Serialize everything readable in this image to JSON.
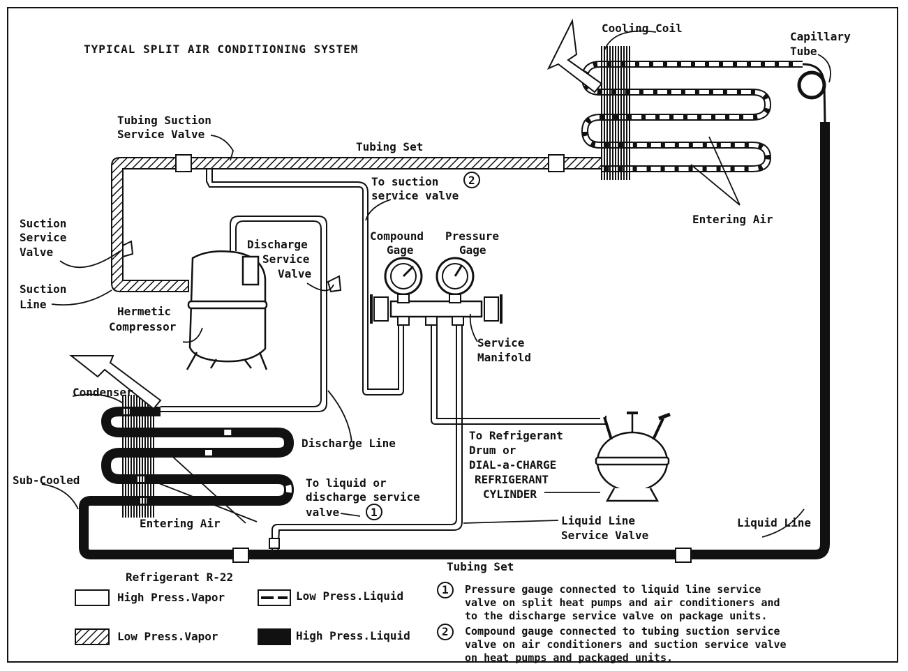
{
  "title": "TYPICAL SPLIT AIR CONDITIONING SYSTEM",
  "labels": {
    "cooling_coil": "Cooling Coil",
    "capillary_1": "Capillary",
    "capillary_2": "Tube",
    "tubing_suction_1": "Tubing Suction",
    "tubing_suction_2": "Service Valve",
    "tubing_set_top": "Tubing Set",
    "to_suction_1": "To suction",
    "to_suction_2": "service valve",
    "entering_air_top": "Entering Air",
    "suction_sv_1": "Suction",
    "suction_sv_2": "Service",
    "suction_sv_3": "Valve",
    "discharge_sv_1": "Discharge",
    "discharge_sv_2": "Service",
    "discharge_sv_3": "Valve",
    "compound_1": "Compound",
    "compound_2": "Gage",
    "pressure_1": "Pressure",
    "pressure_2": "Gage",
    "suction_line_1": "Suction",
    "suction_line_2": "Line",
    "hermetic_1": "Hermetic",
    "hermetic_2": "Compressor",
    "service_manifold_1": "Service",
    "service_manifold_2": "Manifold",
    "condenser": "Condenser",
    "discharge_line": "Discharge Line",
    "to_refrig_1": "To Refrigerant",
    "to_refrig_2": "Drum or",
    "to_refrig_3": "DIAL-a-CHARGE",
    "to_refrig_4": "REFRIGERANT",
    "to_refrig_5": "CYLINDER",
    "sub_cooled": "Sub-Cooled",
    "to_liquid_1": "To liquid or",
    "to_liquid_2": "discharge service",
    "to_liquid_3": "valve",
    "entering_air_bottom": "Entering Air",
    "liquid_line_sv_1": "Liquid Line",
    "liquid_line_sv_2": "Service Valve",
    "liquid_line": "Liquid Line",
    "tubing_set_bottom": "Tubing Set",
    "circle_1": "1",
    "circle_2": "2"
  },
  "legend": {
    "heading": "Refrigerant R-22",
    "high_press_vapor": "High Press.Vapor",
    "low_press_liquid": "Low Press.Liquid",
    "low_press_vapor": "Low Press.Vapor",
    "high_press_liquid": "High Press.Liquid"
  },
  "notes": {
    "n1_num": "1",
    "n1_line1": "Pressure gauge connected to liquid line service",
    "n1_line2": "valve on split heat pumps and air conditioners and",
    "n1_line3": "to the discharge service valve on package units.",
    "n2_num": "2",
    "n2_line1": "Compound gauge connected to tubing suction service",
    "n2_line2": "valve on air conditioners and suction service valve",
    "n2_line3": "on heat pumps and packaged units."
  },
  "colors": {
    "ink": "#111111",
    "paper": "#ffffff"
  }
}
